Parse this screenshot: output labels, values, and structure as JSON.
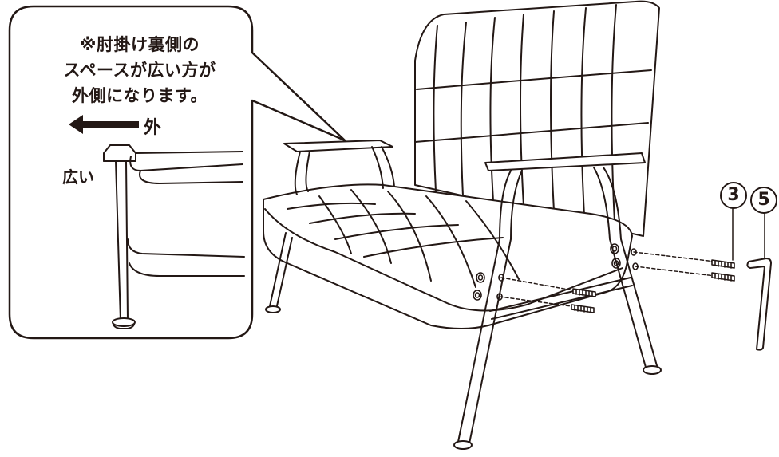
{
  "callout": {
    "lines": [
      "※肘掛け裏側の",
      "スペースが広い方が",
      "外側になります。"
    ],
    "outside_label": "外",
    "wide_label": "広い"
  },
  "parts": {
    "screw_number": "3",
    "wrench_number": "5"
  }
}
